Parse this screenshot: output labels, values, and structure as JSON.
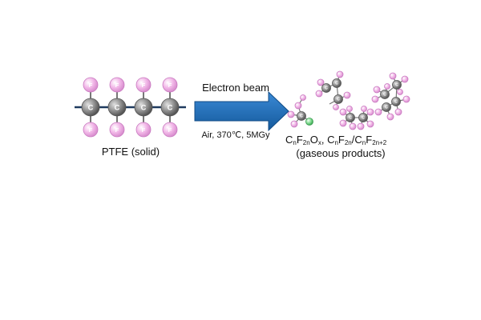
{
  "reactant": {
    "name": "PTFE (solid)",
    "carbon_symbol": "C",
    "fluorine_symbol": "F"
  },
  "reaction": {
    "arrow_label_top": "Electron beam",
    "conditions": "Air, 370℃, 5MGy"
  },
  "products": {
    "formula": {
      "p1_a": "C",
      "p1_a_sub": "n",
      "p1_b": "F",
      "p1_b_sub": "2n",
      "p1_c": "O",
      "p1_c_sub": "x",
      "sep1": ", ",
      "p2_a": "C",
      "p2_a_sub": "n",
      "p2_b": "F",
      "p2_b_sub": "2n",
      "sep2": "/",
      "p3_a": "C",
      "p3_a_sub": "n",
      "p3_b": "F",
      "p3_b_sub": "2n+2"
    },
    "description": "(gaseous products)"
  },
  "colors": {
    "backbone": "#1f3a5f",
    "carbon": "#8c8c8c",
    "fluorine": "#f2b8e8",
    "fluorine_edge": "#d98fcf",
    "oxygen": "#7ed98e",
    "arrow": "#1f6fb8"
  }
}
